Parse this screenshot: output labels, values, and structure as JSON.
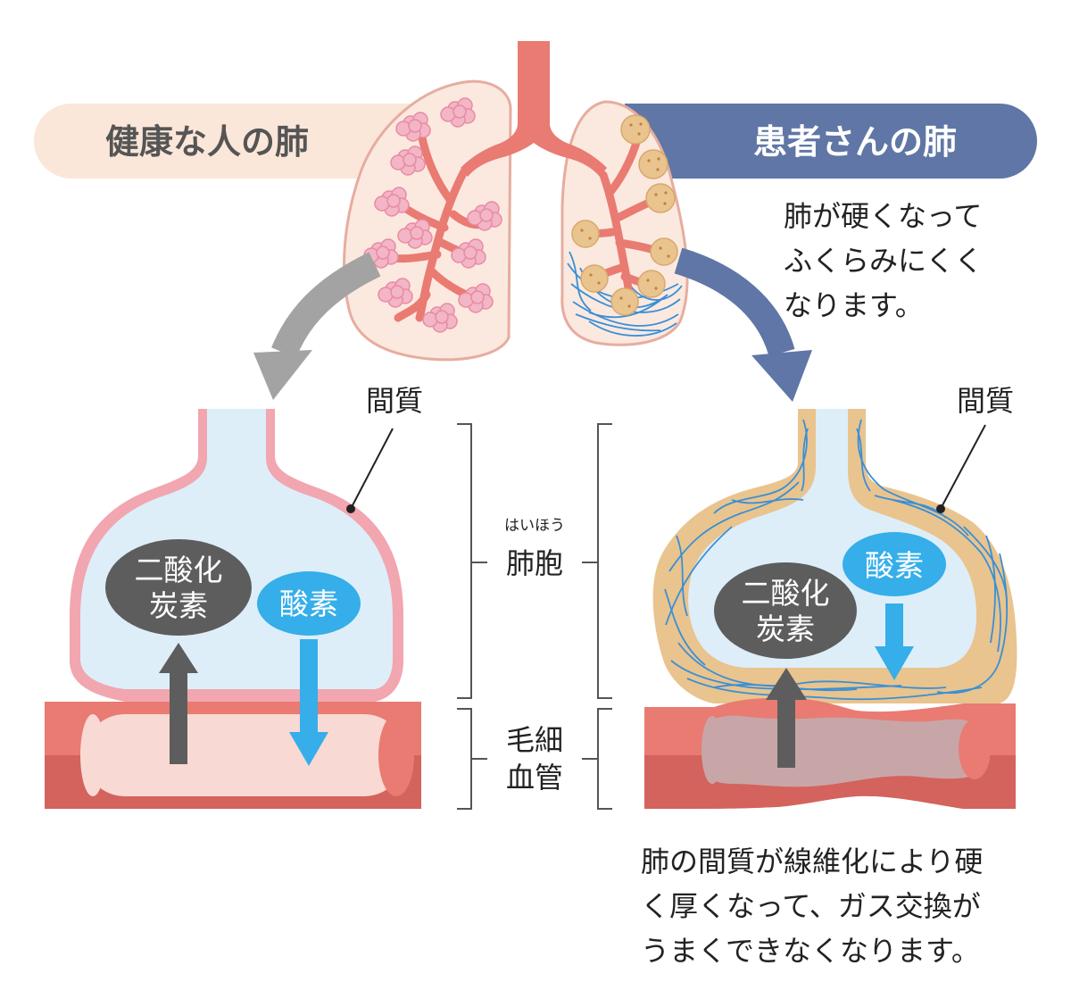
{
  "labels": {
    "healthy_lung": "健康な人の肺",
    "patient_lung": "患者さんの肺",
    "patient_note": [
      "肺が硬くなって",
      "ふくらみにくく",
      "なります。"
    ],
    "interstitium_left": "間質",
    "interstitium_right": "間質",
    "alveolus_ruby": "はいほう",
    "alveolus": "肺胞",
    "capillary": [
      "毛細",
      "血管"
    ],
    "co2_left": [
      "二酸化",
      "炭素"
    ],
    "o2_left": "酸素",
    "co2_right": [
      "二酸化",
      "炭素"
    ],
    "o2_right": "酸素",
    "bottom_note": [
      "肺の間質が線維化により硬",
      "く厚くなって、ガス交換が",
      "うまくできなくなります。"
    ]
  },
  "colors": {
    "healthy_banner": "#fbe7d9",
    "patient_banner": "#5f76a6",
    "lung_fill": "#fbe9e0",
    "lung_stroke": "#e6ad9f",
    "airway": "#e97b72",
    "healthy_alveoli": "#f2b6c6",
    "patient_alveoli": "#e9c48e",
    "fibrosis": "#3a8fd6",
    "alveolus_fill": "#ddeef9",
    "healthy_wall": "#f1a6b0",
    "patient_wall": "#e9c48e",
    "vessel_outer": "#e97b72",
    "vessel_dark": "#d4625d",
    "healthy_vessel_inner": "#f9d9d3",
    "patient_vessel_inner": "#c8a6a7",
    "co2_bubble": "#5d5d5d",
    "o2_bubble": "#35aee9",
    "gray_arrow": "#a3a3a3",
    "blue_arrow": "#5f76a6"
  }
}
